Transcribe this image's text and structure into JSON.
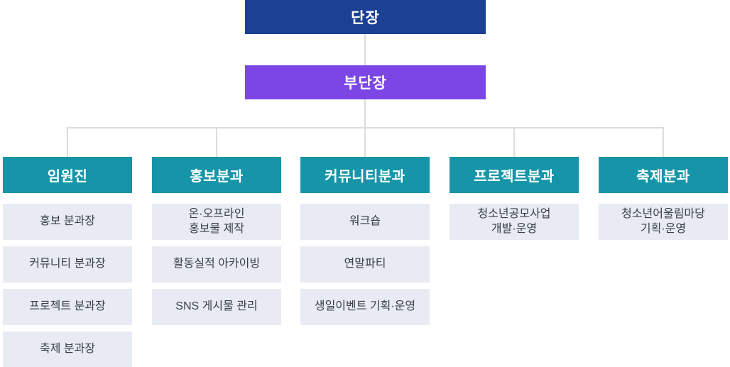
{
  "org_chart": {
    "root": {
      "label": "단장"
    },
    "deputy": {
      "label": "부단장"
    },
    "branches": [
      {
        "label": "임원진",
        "items": [
          "홍보 분과장",
          "커뮤니티 분과장",
          "프로젝트 분과장",
          "축제 분과장"
        ]
      },
      {
        "label": "홍보분과",
        "items": [
          "온·오프라인\n홍보물 제작",
          "활동실적 아카이빙",
          "SNS 게시물 관리"
        ]
      },
      {
        "label": "커뮤니티분과",
        "items": [
          "워크숍",
          "연말파티",
          "생일이벤트 기획·운영"
        ]
      },
      {
        "label": "프로젝트분과",
        "items": [
          "청소년공모사업\n개발·운영"
        ]
      },
      {
        "label": "축제분과",
        "items": [
          "청소년어울림마당\n기획·운영"
        ]
      }
    ],
    "colors": {
      "root_bg": "#1b4094",
      "deputy_bg": "#7c46e4",
      "branch_bg": "#1695a8",
      "item_bg": "#e8ebf3",
      "item_text": "#3b4046",
      "connector_line": "#dcdcdc"
    }
  }
}
